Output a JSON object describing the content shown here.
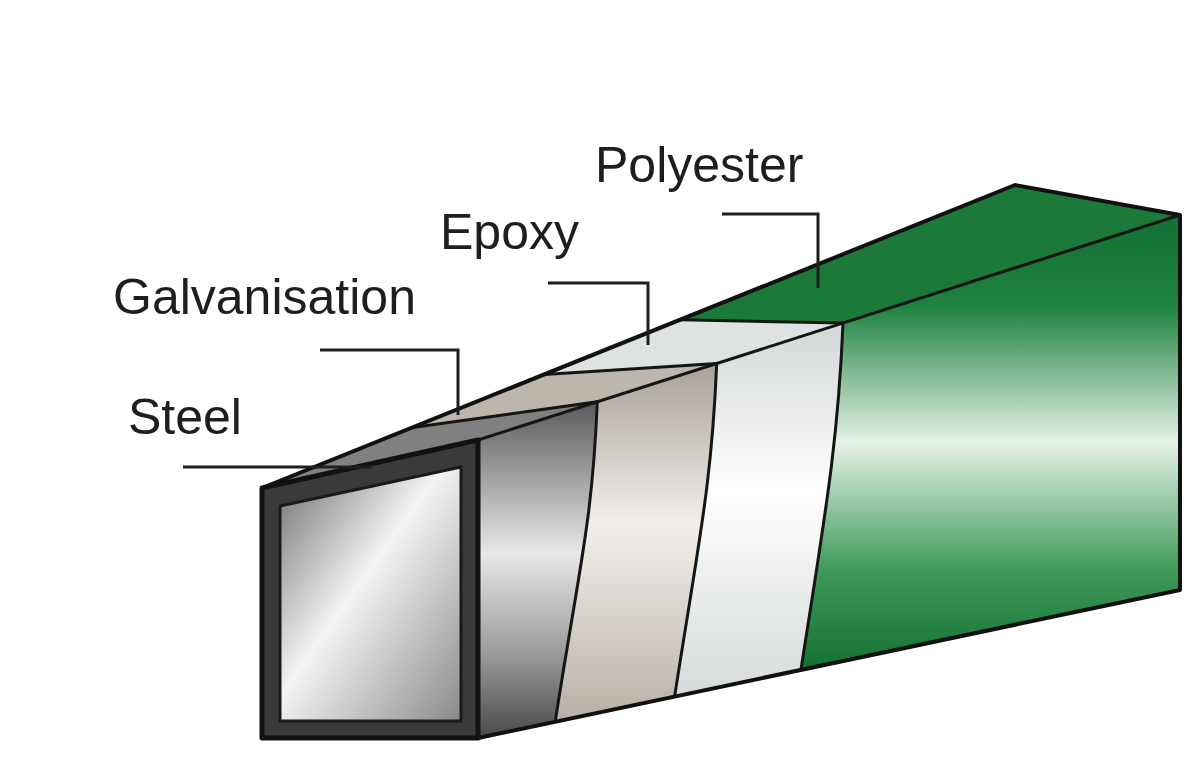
{
  "diagram": {
    "labels": [
      "Polyester",
      "Epoxy",
      "Galvanisation",
      "Steel"
    ]
  }
}
